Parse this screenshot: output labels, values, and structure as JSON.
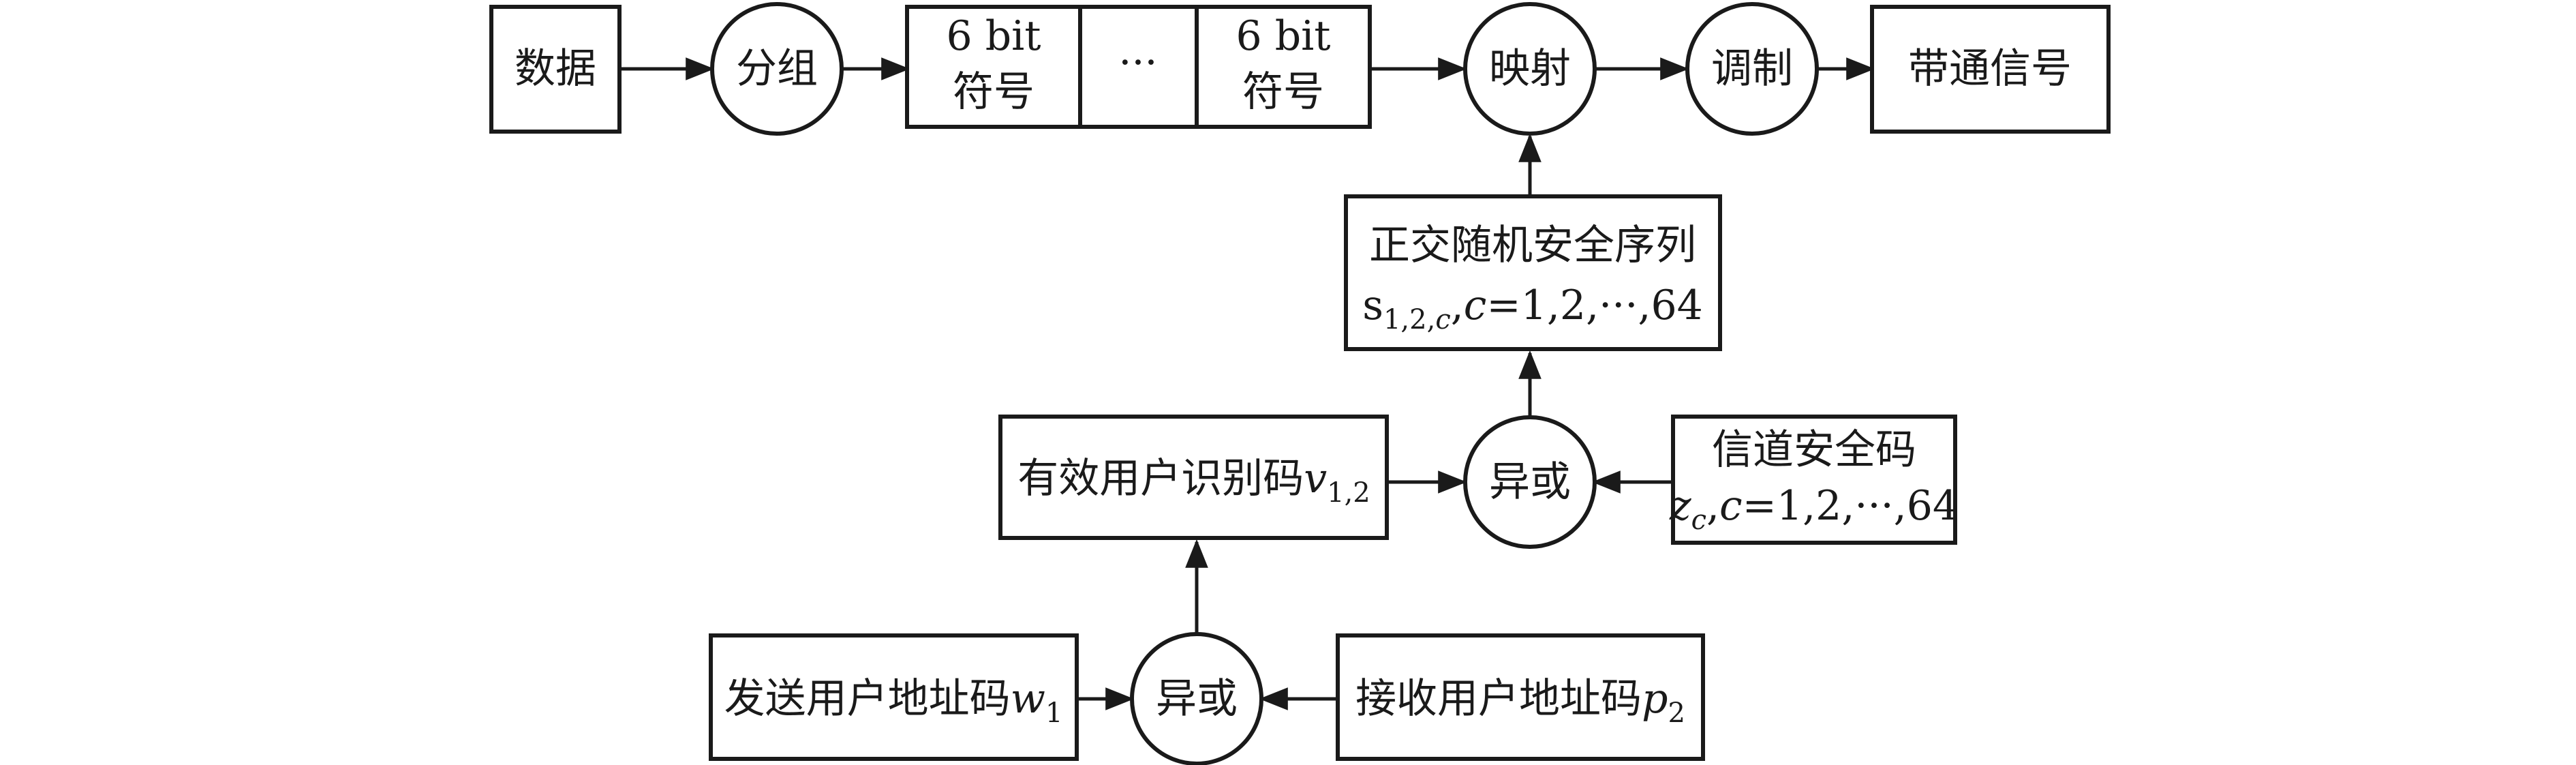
{
  "nodes": {
    "data": "数据",
    "group": "分组",
    "symbol_a_line1": "6 bit",
    "symbol_a_line2": "符号",
    "ellipsis": "···",
    "symbol_b_line1": "6 bit",
    "symbol_b_line2": "符号",
    "map": "映射",
    "modulate": "调制",
    "bandpass": "带通信号",
    "ortho_line1": "正交随机安全序列",
    "ortho_s": "s",
    "ortho_sub": "1,2,",
    "ortho_sub_c": "c",
    "ortho_comma": ",",
    "ortho_c": "c",
    "ortho_tail": "=1,2,···,64",
    "xor_upper": "异或",
    "valid_user_text": "有效用户识别码",
    "valid_user_v": "v",
    "valid_user_sub": "1,2",
    "channel_line1": "信道安全码",
    "channel_z": "z",
    "channel_zsub": "c",
    "channel_comma": ",",
    "channel_c": "c",
    "channel_tail": "=1,2,···,64",
    "xor_lower": "异或",
    "sender_text": "发送用户地址码",
    "sender_w": "w",
    "sender_sub": "1",
    "receiver_text": "接收用户地址码",
    "receiver_p": "p",
    "receiver_sub": "2"
  }
}
